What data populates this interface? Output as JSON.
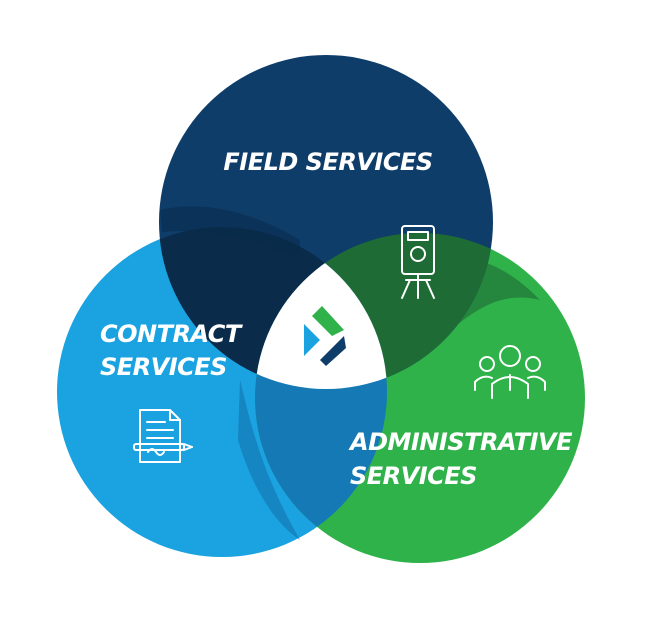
{
  "diagram": {
    "circles": [
      {
        "id": "field",
        "lines": [
          "FIELD SERVICES"
        ],
        "color": "#0f3d6a",
        "icon": "surveying-total-station-icon"
      },
      {
        "id": "contract",
        "lines": [
          "CONTRACT",
          "SERVICES"
        ],
        "color": "#1aa3e0",
        "icon": "contract-document-pen-icon"
      },
      {
        "id": "admin",
        "lines": [
          "ADMINISTRATIVE",
          "SERVICES"
        ],
        "color": "#2fb24a",
        "icon": "team-people-icon"
      }
    ],
    "overlap_colors": {
      "field_contract": "#0a2b4a",
      "field_admin": "#1e6b35",
      "contract_admin": "#1479b5"
    },
    "center": {
      "fill": "#ffffff",
      "icon": "company-arrow-logo-icon"
    },
    "logo_colors": {
      "green": "#2fb24a",
      "blue": "#1aa3e0",
      "navy": "#0f3d6a"
    }
  }
}
